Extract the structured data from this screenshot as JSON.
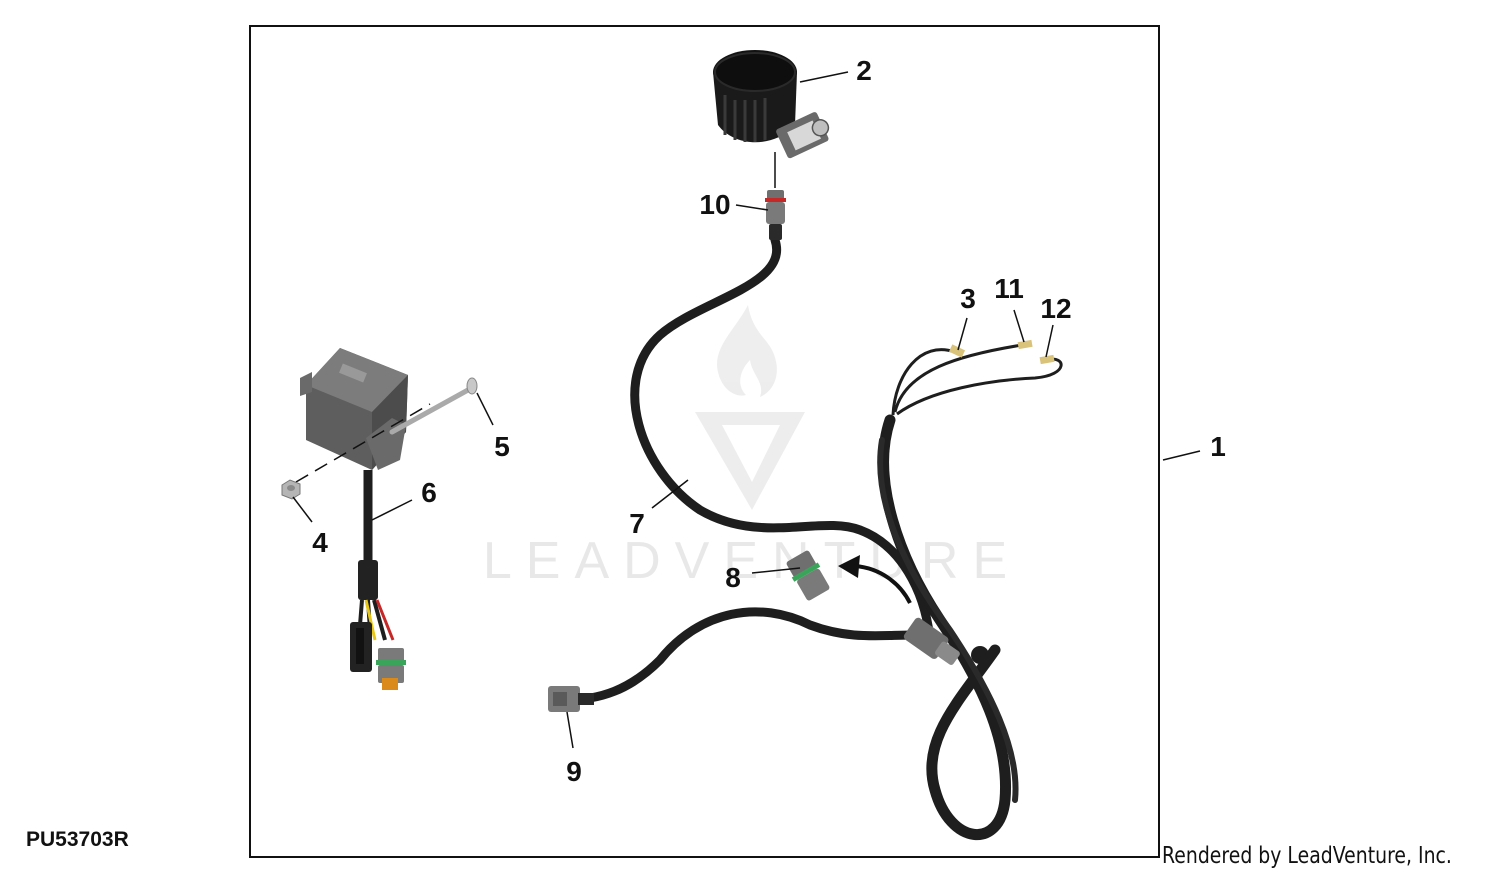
{
  "figure_id": "PU53703R",
  "credit": "Rendered by LeadVenture, Inc.",
  "watermark": {
    "text": "LEADVENTURE"
  },
  "callouts": [
    {
      "id": "1",
      "label": "1"
    },
    {
      "id": "2",
      "label": "2"
    },
    {
      "id": "3",
      "label": "3"
    },
    {
      "id": "4",
      "label": "4"
    },
    {
      "id": "5",
      "label": "5"
    },
    {
      "id": "6",
      "label": "6"
    },
    {
      "id": "7",
      "label": "7"
    },
    {
      "id": "8",
      "label": "8"
    },
    {
      "id": "9",
      "label": "9"
    },
    {
      "id": "10",
      "label": "10"
    },
    {
      "id": "11",
      "label": "11"
    },
    {
      "id": "12",
      "label": "12"
    }
  ],
  "colors": {
    "frame": "#111111",
    "harness": "#1e1e1e",
    "connector": "#7a7a7a",
    "terminal": "#d9c27a",
    "wire_red": "#c62828",
    "wire_yellow": "#e6c619",
    "seal_green": "#3aa55a",
    "watermark": "#e6e6e6"
  }
}
